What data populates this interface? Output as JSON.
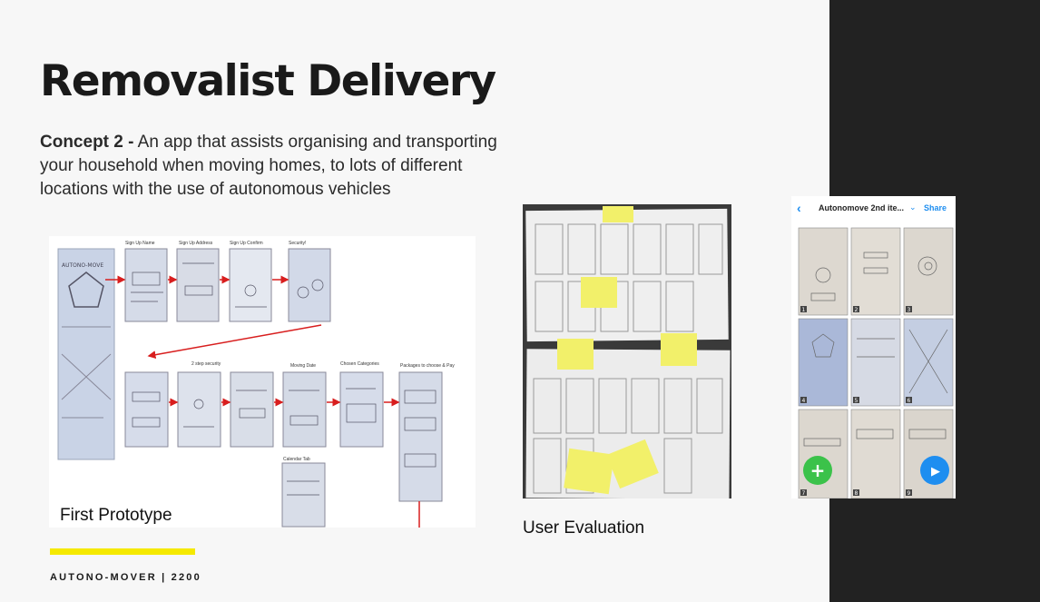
{
  "slide": {
    "title": "Removalist Delivery",
    "concept_label": "Concept 2 -",
    "concept_text": " An app that assists organising and transporting your household when moving homes, to lots of different locations with the use of autonomous vehicles",
    "footer": "AUTONO-MOVER | 2200"
  },
  "prototype": {
    "caption": "First Prototype",
    "top_labels": [
      "Sign Up Name",
      "Sign Up Address",
      "Sign Up Confirm",
      "Security!"
    ],
    "bottom_labels": [
      "2 step security",
      "Moving Date",
      "Chosen Categories",
      "Packages to choose & Pay"
    ],
    "extra_label": "Calendar Tab",
    "logo_text": "AUTONO-MOVE"
  },
  "evaluation": {
    "caption": "User Evaluation"
  },
  "phone_app": {
    "back_glyph": "‹",
    "title": "Autonomove 2nd ite...",
    "chevron": "⌄",
    "share": "Share",
    "tiles": [
      "1",
      "2",
      "3",
      "4",
      "5",
      "6",
      "7",
      "8",
      "9"
    ],
    "add_glyph": "+",
    "play_glyph": "▶"
  },
  "colors": {
    "accent_yellow": "#f5e900",
    "dark_panel": "#222222",
    "arrow_red": "#d81e1e",
    "ios_blue": "#1e8ef0",
    "sticky_yellow": "#f2f06a",
    "add_green": "#3bc24a"
  }
}
